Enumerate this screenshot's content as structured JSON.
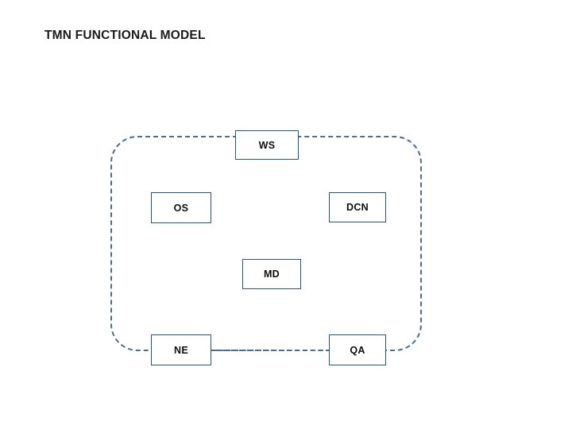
{
  "slide": {
    "title": "TMN FUNCTIONAL MODEL",
    "colors": {
      "node_border": "#21567e",
      "dashed_line": "#4f6d84",
      "background": "#ffffff",
      "text": "#0d0d0d"
    },
    "nodes": [
      {
        "id": "ws",
        "label": "WS"
      },
      {
        "id": "os",
        "label": "OS"
      },
      {
        "id": "dcn",
        "label": "DCN"
      },
      {
        "id": "md",
        "label": "MD"
      },
      {
        "id": "ne",
        "label": "NE"
      },
      {
        "id": "qa",
        "label": "QA"
      }
    ]
  }
}
